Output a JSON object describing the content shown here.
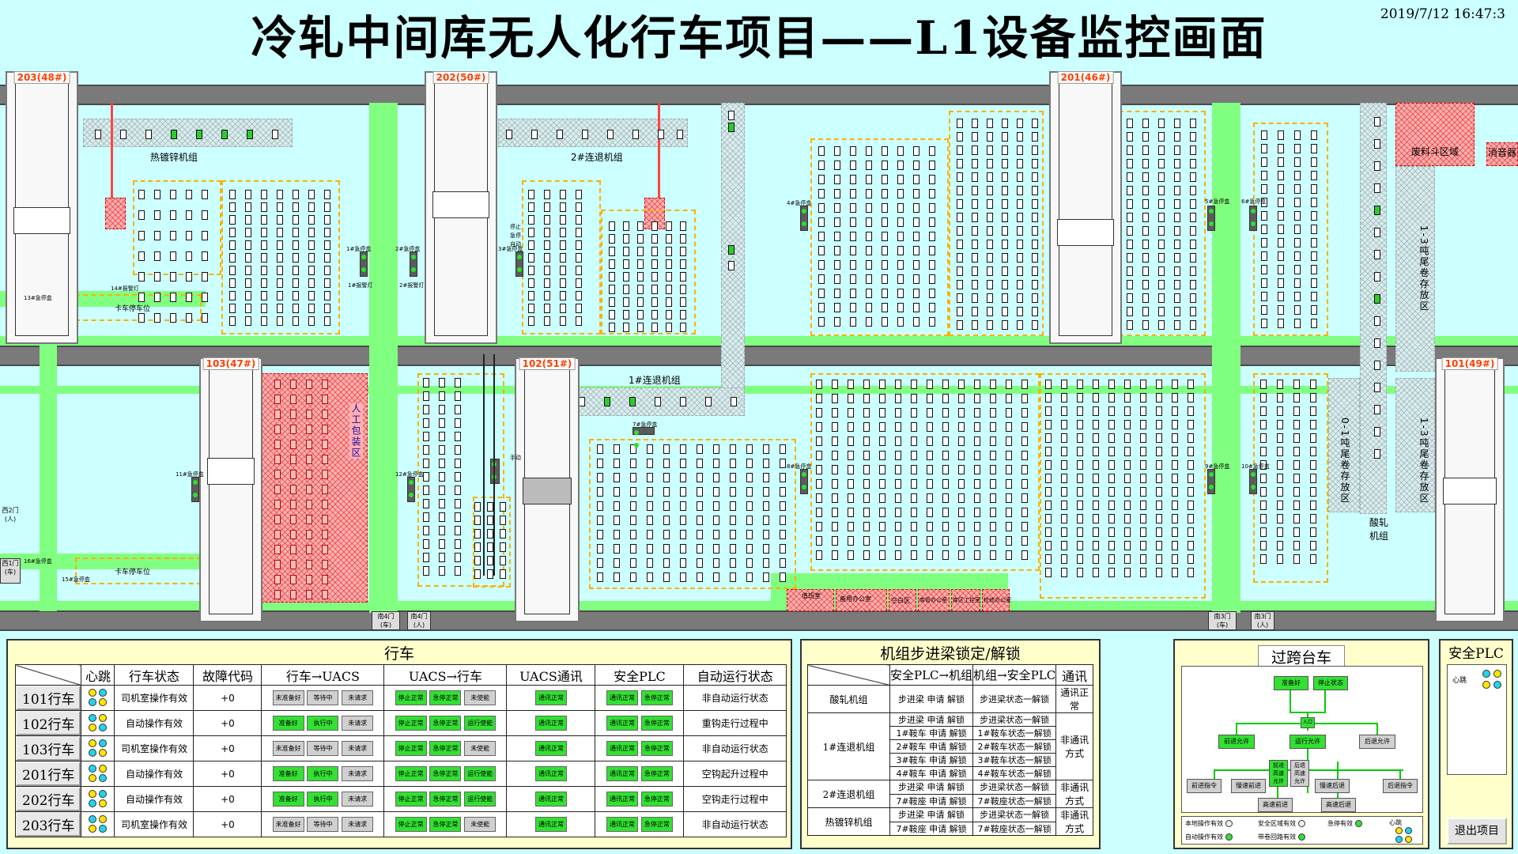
{
  "header": {
    "title": "冷轧中间库无人化行车项目——L1设备监控画面",
    "datetime": "2019/7/12 16:47:3"
  },
  "map": {
    "cranes": {
      "c203": "203(48#)",
      "c202": "202(50#)",
      "c201": "201(46#)",
      "c103": "103(47#)",
      "c102": "102(51#)",
      "c101": "101(49#)"
    },
    "labels": {
      "galv_line": "热镀锌机组",
      "cont_anneal_2": "2#连退机组",
      "cont_anneal_1": "1#连退机组",
      "waste_area": "废料斗区域",
      "silencer": "消音器",
      "tail_coil_13_top": "1-3吨尾卷存放区",
      "tail_coil_13_bottom": "1-3吨尾卷存放区",
      "tail_coil_01": "0-1吨尾卷存放区",
      "pickling_line": "酸轧机组",
      "manual_pack": "人工包装区",
      "truck_park_top": "卡车停车位",
      "truck_park_bottom": "卡车停车位",
      "west2_door": "西2门(人)",
      "west1_door": "西1门(车)",
      "south4_car": "南4门(车)",
      "south4_person": "南4门(人)",
      "south3_car": "南3门(车)",
      "south3_person": "南3门(人)",
      "rm_duty": "值班室",
      "rm_spare": "备用办公室",
      "rm_air": "空白区",
      "rm_office": "库管办公室",
      "rm_pc": "库区工控室",
      "rm_tool": "检修办公室",
      "sig_1_tt": "1#急停盒",
      "sig_1_li": "1#报警灯",
      "sig_2_tt": "2#急停盒",
      "sig_2_li": "2#报警灯",
      "sig_3": "3#急停盒",
      "sig_4": "4#急停盒",
      "sig_5": "5#急停盒",
      "sig_6": "6#急停盒",
      "sig_7": "7#急停盒",
      "sig_8": "8#急停盒",
      "sig_9": "9#急停盒",
      "sig_10": "10#急停盒",
      "sig_11": "11#急停盒",
      "sig_12": "12#急停盒",
      "sig_13": "13#急停盒",
      "sig_14": "14#报警灯",
      "sig_15": "15#急停盒",
      "sig_16": "16#急停盒",
      "sig_ctl": "停止",
      "sig_stop": "急停",
      "sig_auto": "自动",
      "sig_man": "手动"
    }
  },
  "crane_panel": {
    "title": "行车",
    "headers": [
      "",
      "心跳",
      "行车状态",
      "故障代码",
      "行车→UACS",
      "UACS→行车",
      "UACS通讯",
      "安全PLC",
      "自动运行状态"
    ],
    "rows": [
      {
        "name": "101行车",
        "status": "司机室操作有效",
        "code": "+0",
        "to_uacs": [
          "未准备好",
          "等待中",
          "未请求"
        ],
        "from_uacs": [
          "停止正常",
          "急停正常",
          "未使能"
        ],
        "comm": "通讯正常",
        "plc": [
          "通讯正常",
          "急停正常"
        ],
        "auto": "非自动运行状态"
      },
      {
        "name": "102行车",
        "status": "自动操作有效",
        "code": "+0",
        "to_uacs": [
          "准备好",
          "执行中",
          "未请求"
        ],
        "from_uacs": [
          "停止正常",
          "急停正常",
          "运行使能"
        ],
        "comm": "通讯正常",
        "plc": [
          "通讯正常",
          "急停正常"
        ],
        "auto": "重钩走行过程中"
      },
      {
        "name": "103行车",
        "status": "司机室操作有效",
        "code": "+0",
        "to_uacs": [
          "未准备好",
          "等待中",
          "未请求"
        ],
        "from_uacs": [
          "停止正常",
          "急停正常",
          "未使能"
        ],
        "comm": "通讯正常",
        "plc": [
          "通讯正常",
          "急停正常"
        ],
        "auto": "非自动运行状态"
      },
      {
        "name": "201行车",
        "status": "自动操作有效",
        "code": "+0",
        "to_uacs": [
          "准备好",
          "执行中",
          "未请求"
        ],
        "from_uacs": [
          "停止正常",
          "急停正常",
          "运行使能"
        ],
        "comm": "通讯正常",
        "plc": [
          "通讯正常",
          "急停正常"
        ],
        "auto": "空钩起升过程中"
      },
      {
        "name": "202行车",
        "status": "自动操作有效",
        "code": "+0",
        "to_uacs": [
          "准备好",
          "执行中",
          "未请求"
        ],
        "from_uacs": [
          "停止正常",
          "急停正常",
          "运行使能"
        ],
        "comm": "通讯正常",
        "plc": [
          "通讯正常",
          "急停正常"
        ],
        "auto": "空钩走行过程中"
      },
      {
        "name": "203行车",
        "status": "司机室操作有效",
        "code": "+0",
        "to_uacs": [
          "未准备好",
          "等待中",
          "未请求"
        ],
        "from_uacs": [
          "停止正常",
          "急停正常",
          "未使能"
        ],
        "comm": "通讯正常",
        "plc": [
          "通讯正常",
          "急停正常"
        ],
        "auto": "非自动运行状态"
      }
    ]
  },
  "beam_panel": {
    "title": "机组步进梁锁定/解锁",
    "headers": [
      "",
      "安全PLC→机组",
      "机组→安全PLC",
      "通讯"
    ],
    "groups": [
      {
        "name": "酸轧机组",
        "rows": [
          [
            "步进梁 申请 解锁",
            "步进梁状态一解锁"
          ]
        ],
        "comm": "通讯正常"
      },
      {
        "name": "1#连退机组",
        "rows": [
          [
            "步进梁 申请 解锁",
            "步进梁状态一解锁"
          ],
          [
            "1#鞍车 申请 解锁",
            "1#鞍车状态一解锁"
          ],
          [
            "2#鞍车 申请 解锁",
            "2#鞍车状态一解锁"
          ],
          [
            "3#鞍车 申请 解锁",
            "3#鞍车状态一解锁"
          ],
          [
            "4#鞍车 申请 解锁",
            "4#鞍车状态一解锁"
          ]
        ],
        "comm": "非通讯方式"
      },
      {
        "name": "2#连退机组",
        "rows": [
          [
            "步进梁 申请 解锁",
            "步进梁状态一解锁"
          ],
          [
            "7#鞍座 申请 解锁",
            "7#鞍座状态一解锁"
          ]
        ],
        "comm": "非通讯方式"
      },
      {
        "name": "热镀锌机组",
        "rows": [
          [
            "步进梁 申请 解锁",
            "步进梁状态一解锁"
          ],
          [
            "7#鞍座 申请 解锁",
            "7#鞍座状态一解锁"
          ]
        ],
        "comm": "非通讯方式"
      }
    ]
  },
  "transfer_panel": {
    "title": "过跨台车",
    "nodes": {
      "ready": "准备好",
      "stopped": "停止状态",
      "fwd_allow": "前进允许",
      "run_allow": "运行允许",
      "back_allow": "后退允许",
      "fwd_cmd": "前进指令",
      "slow_fwd": "慢速前进",
      "fwd_fast": "前进高速允许",
      "back_fast": "后退高速允许",
      "slow_back": "慢速后退",
      "back_cmd": "后退指令",
      "fast_fwd": "高速前进",
      "fast_back": "高速后退",
      "mid": "入口"
    },
    "legend": {
      "local": "本地操作有效",
      "auto": "自动操作有效",
      "safety_ok": "安全区域有效",
      "coil_on": "带卷回路有效",
      "estop": "急停有效",
      "heartbeat": "心跳"
    }
  },
  "safety_panel": {
    "title": "安全PLC",
    "heartbeat": "心跳",
    "exit_label": "退出项目"
  },
  "colors": {
    "bg": "#ccffff",
    "road": "#80ff80",
    "rail": "#7a7a7a",
    "ok": "#33e033",
    "zone": "#ffb000",
    "crane_label": "#ff4000"
  }
}
